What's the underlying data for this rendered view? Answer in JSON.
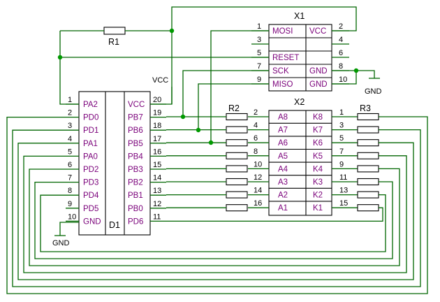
{
  "d1": {
    "ref": "D1",
    "left_pins": [
      {
        "num": "1",
        "name": "PA2"
      },
      {
        "num": "2",
        "name": "PD0"
      },
      {
        "num": "3",
        "name": "PD1"
      },
      {
        "num": "4",
        "name": "PA1"
      },
      {
        "num": "5",
        "name": "PA0"
      },
      {
        "num": "6",
        "name": "PD2"
      },
      {
        "num": "7",
        "name": "PD3"
      },
      {
        "num": "8",
        "name": "PD4"
      },
      {
        "num": "9",
        "name": "PD5"
      },
      {
        "num": "10",
        "name": "GND"
      }
    ],
    "right_pins": [
      {
        "num": "20",
        "name": "VCC"
      },
      {
        "num": "19",
        "name": "PB7"
      },
      {
        "num": "18",
        "name": "PB6"
      },
      {
        "num": "17",
        "name": "PB5"
      },
      {
        "num": "16",
        "name": "PB4"
      },
      {
        "num": "15",
        "name": "PB3"
      },
      {
        "num": "14",
        "name": "PB2"
      },
      {
        "num": "13",
        "name": "PB1"
      },
      {
        "num": "12",
        "name": "PB0"
      },
      {
        "num": "11",
        "name": "PD6"
      }
    ]
  },
  "x1": {
    "ref": "X1",
    "left_pins": [
      "1",
      "3",
      "5",
      "7",
      "9"
    ],
    "right_pins": [
      "2",
      "4",
      "6",
      "8",
      "10"
    ],
    "rows": [
      {
        "left": "MOSI",
        "right": "VCC"
      },
      {
        "left": "",
        "right": ""
      },
      {
        "left": "RESET",
        "right": ""
      },
      {
        "left": "SCK",
        "right": "GND"
      },
      {
        "left": "MISO",
        "right": "GND"
      }
    ]
  },
  "x2": {
    "ref": "X2",
    "left_pins": [
      "2",
      "4",
      "6",
      "8",
      "10",
      "12",
      "14",
      "16"
    ],
    "right_pins": [
      "1",
      "3",
      "5",
      "7",
      "9",
      "11",
      "13",
      "15"
    ],
    "rows": [
      {
        "left": "A8",
        "right": "K8"
      },
      {
        "left": "A7",
        "right": "K7"
      },
      {
        "left": "A6",
        "right": "K6"
      },
      {
        "left": "A5",
        "right": "K5"
      },
      {
        "left": "A4",
        "right": "K4"
      },
      {
        "left": "A3",
        "right": "K3"
      },
      {
        "left": "A2",
        "right": "K2"
      },
      {
        "left": "A1",
        "right": "K1"
      }
    ]
  },
  "labels": {
    "r1": "R1",
    "r2": "R2",
    "r3": "R3",
    "vcc": "VCC",
    "gnd_d1": "GND",
    "gnd_x1": "GND"
  },
  "colors": {
    "wire": "#006600",
    "pin_name": "#7a007a",
    "junction": "#009900"
  }
}
